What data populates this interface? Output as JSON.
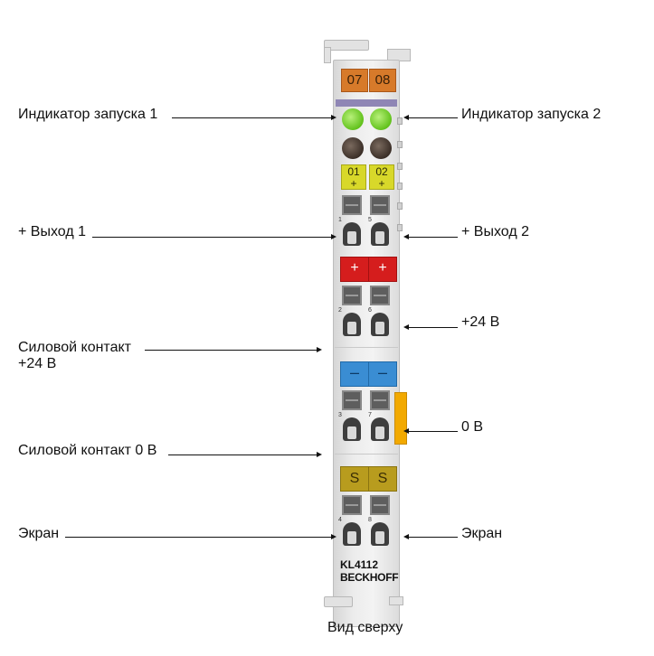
{
  "labels": {
    "run_led_1": "Индикатор запуска 1",
    "run_led_2": "Индикатор запуска 2",
    "output_1": "+ Выход 1",
    "output_2": "+ Выход 2",
    "plus_24v_right": "+24 В",
    "power_contact_24v": "Силовой контакт\n+24 В",
    "zero_v_right": "0 В",
    "power_contact_0v": "Силовой контакт 0 В",
    "shield_left": "Экран",
    "shield_right": "Экран",
    "top_view": "Вид сверху"
  },
  "module": {
    "channel_numbers": [
      "07",
      "08"
    ],
    "output_labels": [
      {
        "top": "01",
        "sign": "+"
      },
      {
        "top": "02",
        "sign": "+"
      }
    ],
    "plus_marks": [
      "+",
      "+"
    ],
    "minus_marks": [
      "–",
      "–"
    ],
    "shield_marks": [
      "S",
      "S"
    ],
    "terminal_numbers": [
      "1",
      "5",
      "2",
      "6",
      "3",
      "7",
      "4",
      "8"
    ],
    "model": "KL4112",
    "brand": "BECKHOFF"
  },
  "colors": {
    "channel_box": "#d77a2a",
    "led_green": "#62c21c",
    "output_box": "#d8d82a",
    "plus_box": "#d51d1d",
    "minus_box": "#3a8dd3",
    "shield_box": "#b89c1e",
    "power_contact": "#f2a900"
  }
}
